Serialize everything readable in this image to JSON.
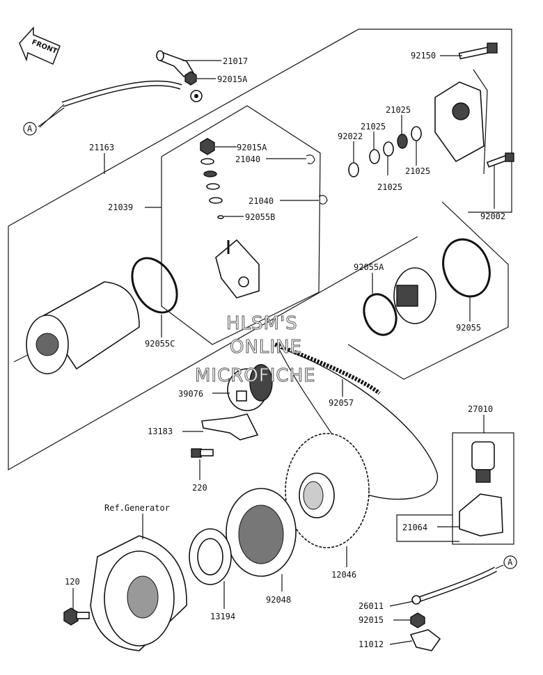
{
  "diagram": {
    "front_label": "FRONT",
    "ref_note": "Ref.Generator",
    "watermark": [
      "HLSM'S",
      "ONLINE",
      "MICROFICHE"
    ],
    "callouts": {
      "A_top": "A",
      "A_bottom": "A"
    },
    "parts": {
      "p21017": "21017",
      "p92015A_top": "92015A",
      "p92015A_mid": "92015A",
      "p21163": "21163",
      "p21039": "21039",
      "p21040_a": "21040",
      "p21040_b": "21040",
      "p92055B": "92055B",
      "p92055C": "92055C",
      "p92150": "92150",
      "p92022": "92022",
      "p21025_a": "21025",
      "p21025_b": "21025",
      "p21025_c": "21025",
      "p21025_d": "21025",
      "p92002": "92002",
      "p92055A": "92055A",
      "p92055": "92055",
      "p39076": "39076",
      "p92057": "92057",
      "p13183": "13183",
      "p220": "220",
      "p27010": "27010",
      "p21064": "21064",
      "p12046": "12046",
      "p92048": "92048",
      "p13194": "13194",
      "p120": "120",
      "p26011": "26011",
      "p92015": "92015",
      "p11012": "11012"
    }
  }
}
